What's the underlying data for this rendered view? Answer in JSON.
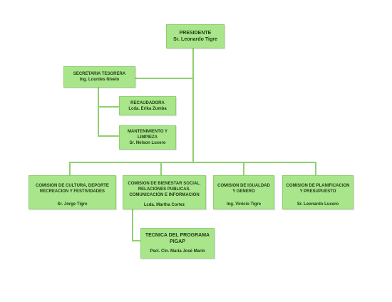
{
  "nodes": {
    "presidente": {
      "title": "PRESIDENTE",
      "name": "Sr. Leonardo Tigre"
    },
    "secretaria": {
      "title": "SECRETARIA TESORERA",
      "name": "Ing. Lourdes Nivelo"
    },
    "recaudadora": {
      "title": "RECAUDADORA",
      "name": "Lcda. Erika Zumba"
    },
    "mantenimiento": {
      "title": "MANTENIMIENTO Y LIMPIEZA",
      "name": "Sr. Nelson Lucero"
    },
    "cultura": {
      "title": "COMISION DE CULTURA, DEPORTE RECREACION Y FESTIVIDADES",
      "name": "Sr. Jorge Tigre"
    },
    "bienestar": {
      "title": "COMISION DE BIENESTAR SOCIAL. RELACIONES PUBLICAS. COMUNICACIÓN E INFORMACION",
      "name": "Lcda. Martha Cortez"
    },
    "igualdad": {
      "title": "COMISION DE IGUALDAD Y GENERO",
      "name": "Ing. Vinicio Tigre"
    },
    "planificacion": {
      "title": "COMISION DE PLANIFICACION Y PRESUPUESTO",
      "name": "Sr. Leonardo Lucero"
    },
    "tecnica": {
      "title": "TECNICA DEL PROGRAMA PIGAP",
      "name": "Pscl. Cln. María José Marín"
    }
  },
  "colors": {
    "box_fill": "#a9e58b",
    "box_border": "#8fd06f",
    "connector": "#8fd06f",
    "text": "#1f3a14"
  }
}
